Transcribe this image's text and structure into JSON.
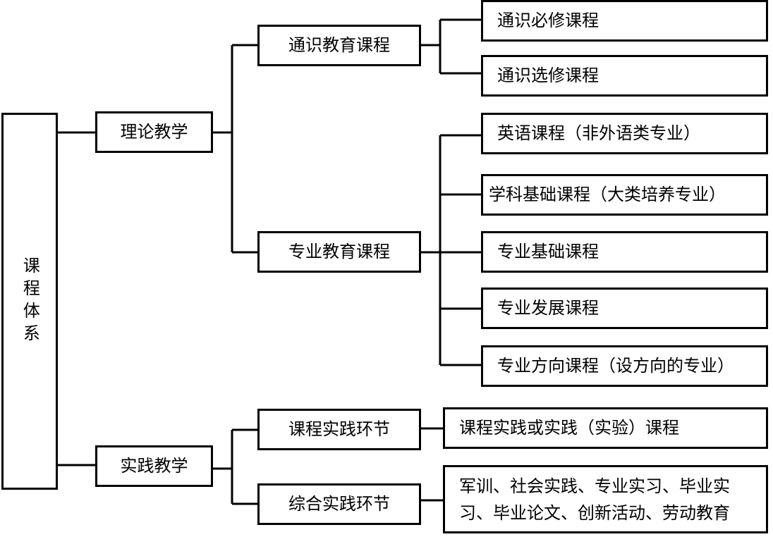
{
  "root": {
    "label": "课程体系"
  },
  "level1": {
    "theory": "理论教学",
    "practice": "实践教学"
  },
  "level2": {
    "general_edu": "通识教育课程",
    "major_edu": "专业教育课程",
    "course_practice": "课程实践环节",
    "integrated_practice": "综合实践环节"
  },
  "level3": {
    "general_required": "通识必修课程",
    "general_elective": "通识选修课程",
    "english": "英语课程（非外语类专业）",
    "discipline_basic": "学科基础课程（大类培养专业）",
    "major_basic": "专业基础课程",
    "major_development": "专业发展课程",
    "major_direction": "专业方向课程（设方向的专业）",
    "course_practice_detail": "课程实践或实践（实验）课程",
    "integrated_practice_line1": "军训、社会实践、专业实习、毕业实",
    "integrated_practice_line2": "习、毕业论文、创新活动、劳动教育"
  }
}
